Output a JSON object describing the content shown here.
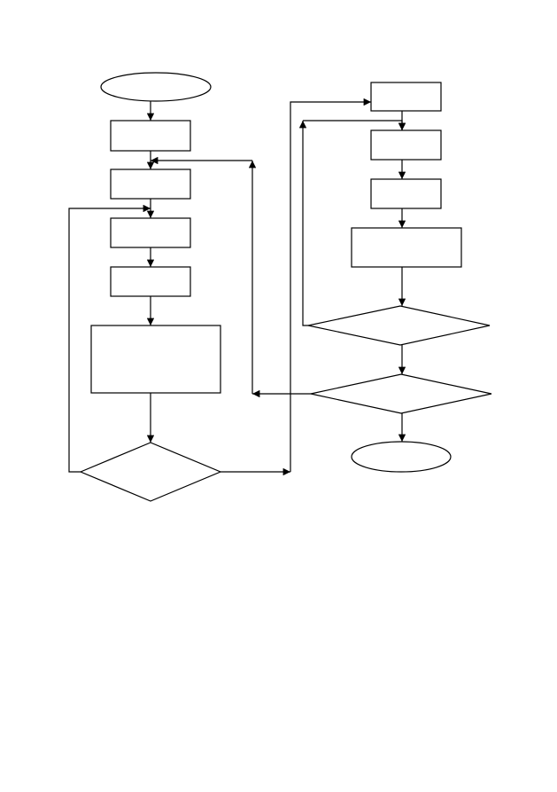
{
  "diagram": {
    "type": "flowchart",
    "stroke_color": "#000000",
    "fill_color": "#ffffff",
    "nodes": [
      {
        "id": "start",
        "shape": "oval",
        "label": ""
      },
      {
        "id": "step-1",
        "shape": "rectangle",
        "label": ""
      },
      {
        "id": "step-2",
        "shape": "rectangle",
        "label": ""
      },
      {
        "id": "step-3",
        "shape": "rectangle",
        "label": ""
      },
      {
        "id": "step-4",
        "shape": "rectangle",
        "label": ""
      },
      {
        "id": "step-5",
        "shape": "rectangle",
        "label": ""
      },
      {
        "id": "decision-1",
        "shape": "diamond",
        "label": ""
      },
      {
        "id": "step-6",
        "shape": "rectangle",
        "label": ""
      },
      {
        "id": "step-7",
        "shape": "rectangle",
        "label": ""
      },
      {
        "id": "step-8",
        "shape": "rectangle",
        "label": ""
      },
      {
        "id": "step-9",
        "shape": "rectangle",
        "label": ""
      },
      {
        "id": "decision-2",
        "shape": "diamond",
        "label": ""
      },
      {
        "id": "decision-3",
        "shape": "diamond",
        "label": ""
      },
      {
        "id": "end",
        "shape": "oval",
        "label": ""
      }
    ],
    "edges": [
      {
        "from": "start",
        "to": "step-1"
      },
      {
        "from": "step-1",
        "to": "step-2"
      },
      {
        "from": "step-2",
        "to": "step-3"
      },
      {
        "from": "step-3",
        "to": "step-4"
      },
      {
        "from": "step-4",
        "to": "step-5"
      },
      {
        "from": "step-5",
        "to": "decision-1"
      },
      {
        "from": "decision-1",
        "to": "step-3"
      },
      {
        "from": "decision-1",
        "to": "step-6"
      },
      {
        "from": "step-6",
        "to": "step-7"
      },
      {
        "from": "step-7",
        "to": "step-8"
      },
      {
        "from": "step-8",
        "to": "step-9"
      },
      {
        "from": "step-9",
        "to": "decision-2"
      },
      {
        "from": "decision-2",
        "to": "step-7"
      },
      {
        "from": "decision-2",
        "to": "decision-3"
      },
      {
        "from": "decision-3",
        "to": "step-2"
      },
      {
        "from": "decision-3",
        "to": "end"
      }
    ]
  }
}
